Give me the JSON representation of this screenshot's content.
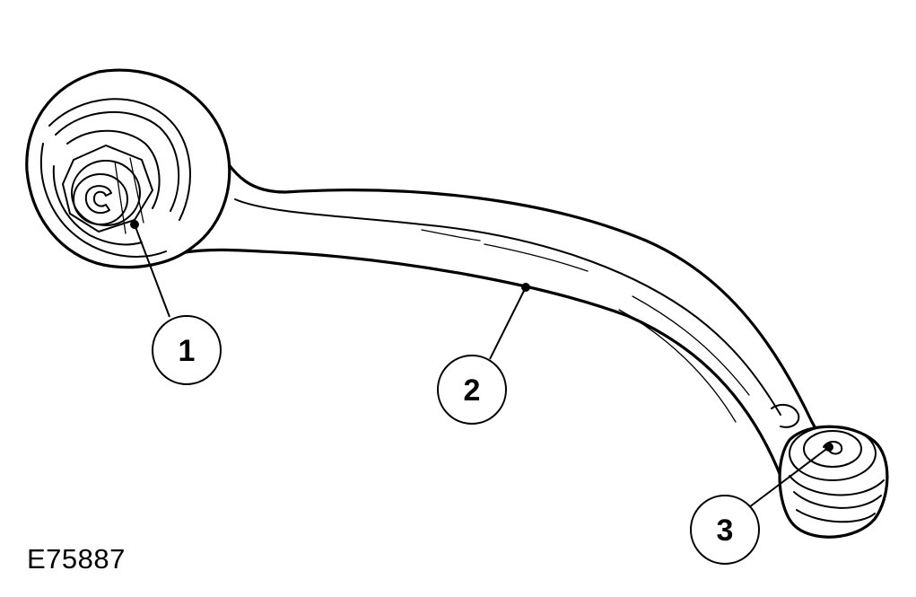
{
  "figure_id": "E75887",
  "callouts": [
    {
      "number": "1",
      "target": "inner-bush"
    },
    {
      "number": "2",
      "target": "lower-arm"
    },
    {
      "number": "3",
      "target": "ball-joint"
    }
  ],
  "colors": {
    "line": "#000000",
    "background": "#ffffff"
  }
}
